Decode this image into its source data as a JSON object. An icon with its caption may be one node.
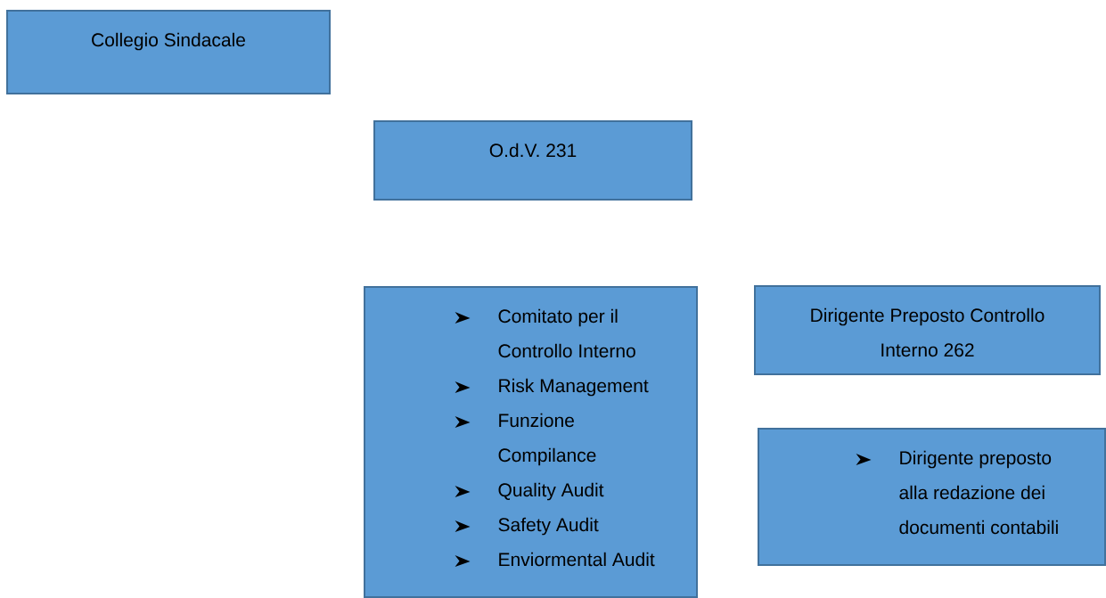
{
  "diagram": {
    "nodes": [
      {
        "text": [
          "Collegio Sindacale"
        ]
      },
      {
        "text": [
          "O.d.V. 231"
        ]
      },
      {
        "text": [
          "Comitato per il Controllo Interno",
          "Risk Management",
          "Funzione Compilance",
          "Quality Audit",
          "Safety Audit",
          "Enviormental Audit"
        ]
      },
      {
        "text": [
          "Dirigente Preposto Controllo Interno 262"
        ]
      },
      {
        "text": [
          "Dirigente preposto alla redazione dei documenti contabili"
        ]
      }
    ]
  }
}
